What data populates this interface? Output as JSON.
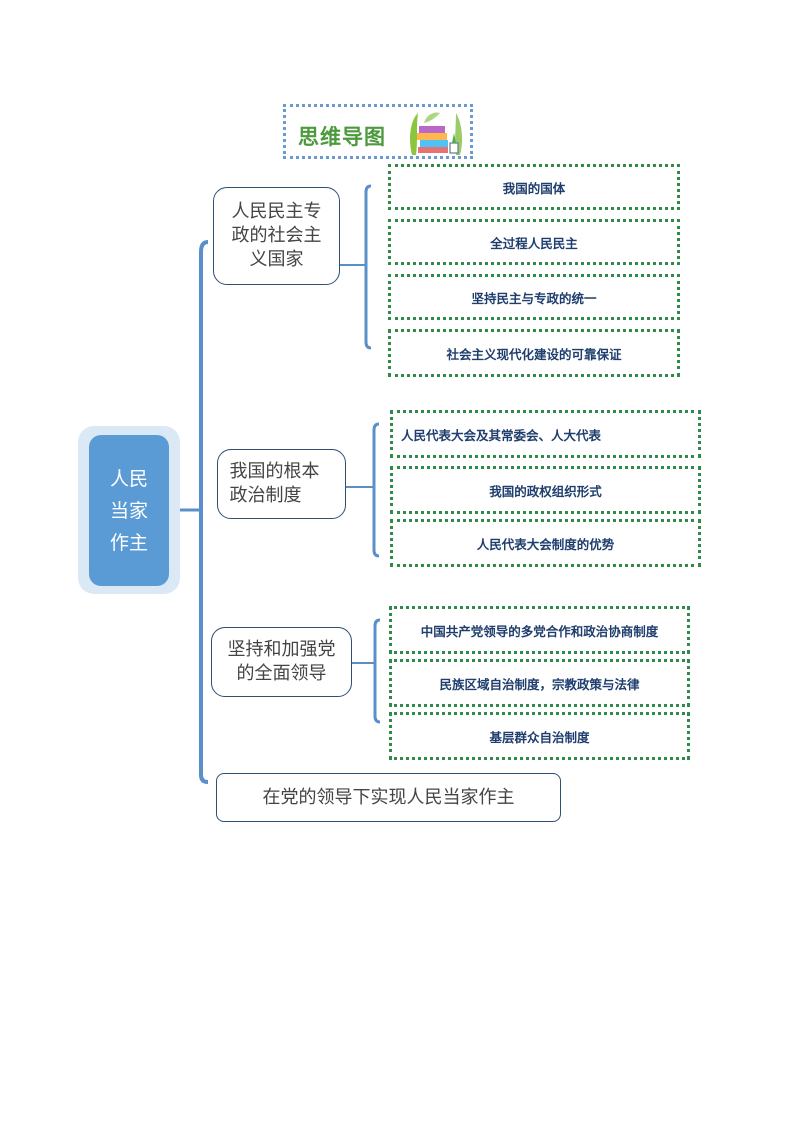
{
  "title": "思维导图",
  "center": "人民当家作主",
  "topics": [
    {
      "label": "人民民主专政的社会主义国家",
      "leaves": [
        "我国的国体",
        "全过程人民民主",
        "坚持民主与专政的统一",
        "社会主义现代化建设的可靠保证"
      ]
    },
    {
      "label": "我国的根本政治制度",
      "leaves": [
        "人民代表大会及其常委会、人大代表",
        "我国的政权组织形式",
        "人民代表大会制度的优势"
      ]
    },
    {
      "label": "坚持和加强党的全面领导",
      "leaves": [
        "中国共产党领导的多党合作和政治协商制度",
        "民族区域自治制度，宗教政策与法律",
        "基层群众自治制度"
      ]
    },
    {
      "label": "在党的领导下实现人民当家作主",
      "leaves": []
    }
  ],
  "colors": {
    "center_fill": "#5b9bd5",
    "center_halo": "#dbe9f6",
    "connector": "#5b8fc9",
    "topic_border": "#2f4f73",
    "leaf_border": "#2e8b4a",
    "leaf_text": "#1f3e6e",
    "title_text": "#4d9a3e",
    "title_border": "#6a9bd0"
  },
  "icons": {
    "title_art": "books-and-plants-illustration"
  }
}
